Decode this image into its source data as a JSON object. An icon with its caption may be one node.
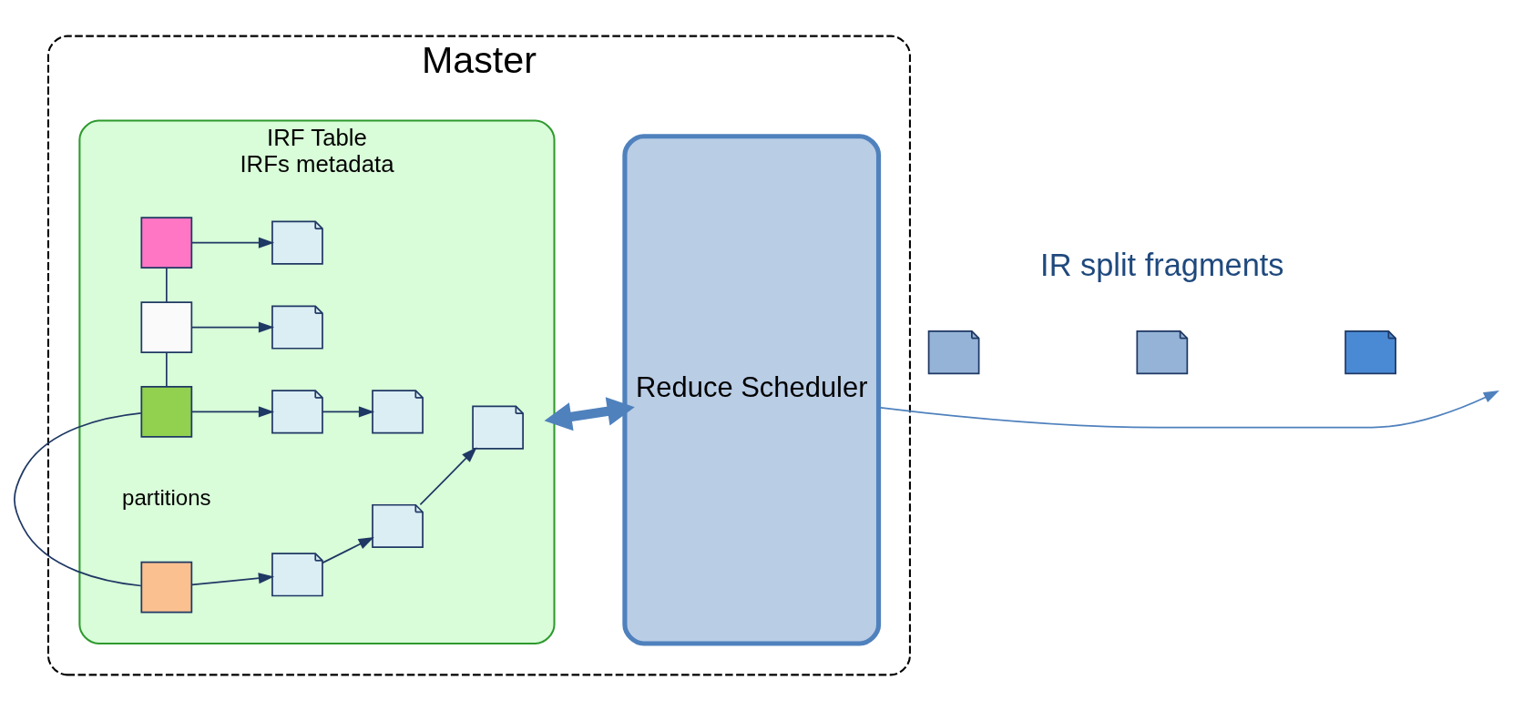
{
  "diagram": {
    "nodes": [
      {
        "text": [
          "Master"
        ]
      },
      {
        "text": [
          "IRF Table",
          "IRFs metadata"
        ],
        "in": 0
      },
      {
        "text": [],
        "shape": "box",
        "in": 1
      },
      {
        "text": [],
        "shape": "document",
        "in": 1
      },
      {
        "text": [],
        "shape": "box",
        "in": 1
      },
      {
        "text": [],
        "shape": "document",
        "in": 1
      },
      {
        "text": [],
        "shape": "box",
        "in": 1
      },
      {
        "text": [],
        "shape": "document",
        "in": 1
      },
      {
        "text": [],
        "shape": "document",
        "in": 1
      },
      {
        "text": [],
        "shape": "box",
        "in": 1,
        "beside": [
          "partitions"
        ]
      },
      {
        "text": [],
        "shape": "document",
        "in": 1
      },
      {
        "text": [],
        "shape": "document",
        "in": 1
      },
      {
        "text": [],
        "shape": "document",
        "in": 1
      },
      {
        "text": [
          "Reduce Scheduler"
        ],
        "in": 0
      },
      {
        "text": [],
        "shape": "document"
      },
      {
        "text": [],
        "shape": "document"
      },
      {
        "text": [],
        "shape": "document"
      }
    ],
    "edges": [
      {
        "from": 2,
        "to": 4,
        "arrow": "none"
      },
      {
        "from": 4,
        "to": 6,
        "arrow": "none"
      },
      {
        "from": 6,
        "to": 9,
        "arrow": "none"
      },
      {
        "from": 2,
        "to": 3,
        "arrow": "to"
      },
      {
        "from": 4,
        "to": 5,
        "arrow": "to"
      },
      {
        "from": 6,
        "to": 7,
        "arrow": "to"
      },
      {
        "from": 7,
        "to": 8,
        "arrow": "to"
      },
      {
        "from": 9,
        "to": 10,
        "arrow": "to"
      },
      {
        "from": 10,
        "to": 11,
        "arrow": "to"
      },
      {
        "from": 11,
        "to": 12,
        "arrow": "to"
      },
      {
        "from": 1,
        "to": 13,
        "arrow": "both",
        "style": "thick",
        "color": "#4f81bd"
      },
      {
        "from": 13,
        "to": null,
        "arrow": "to",
        "color": "#4f81bd"
      }
    ],
    "labels": [
      "IR split fragments"
    ]
  }
}
